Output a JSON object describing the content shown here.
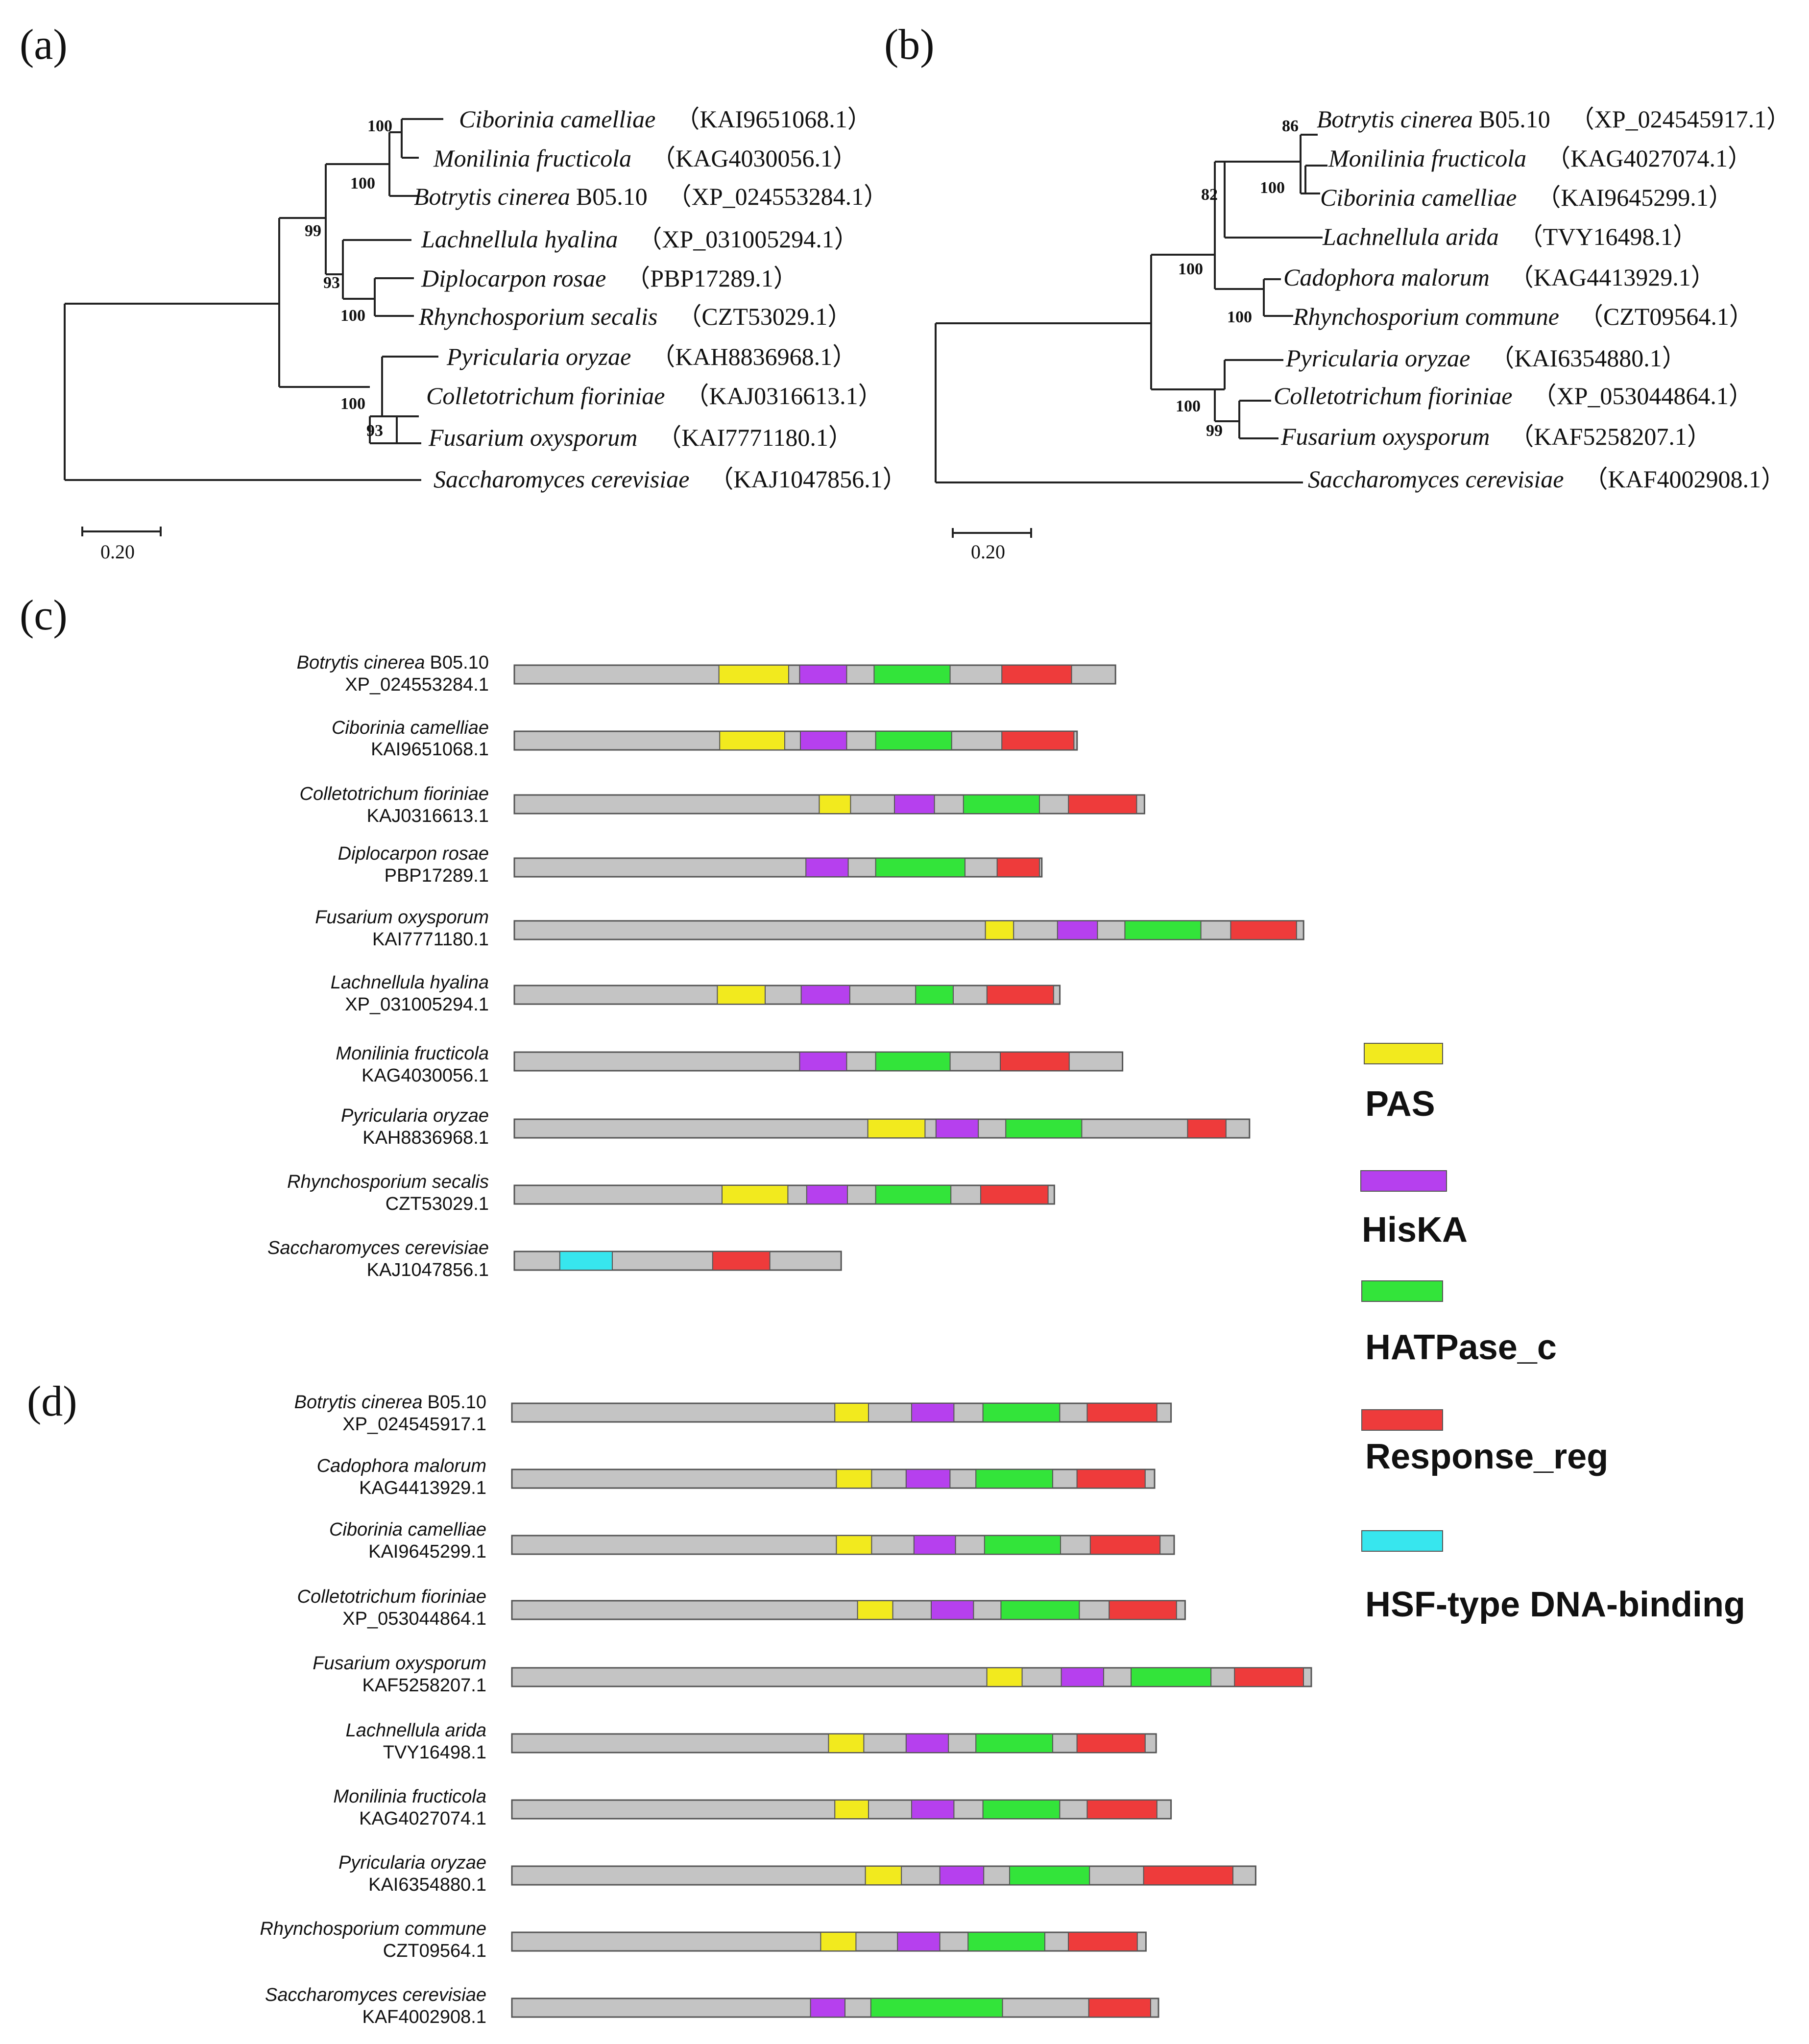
{
  "panels": {
    "a": {
      "label": "(a)",
      "leaves": [
        {
          "species": "Ciborinia camelliae",
          "strain": "",
          "accession": "（KAI9651068.1）"
        },
        {
          "species": "Monilinia fructicola",
          "strain": "",
          "accession": "（KAG4030056.1）"
        },
        {
          "species": "Botrytis cinerea",
          "strain": "B05.10",
          "accession": "（XP_024553284.1）"
        },
        {
          "species": "Lachnellula hyalina",
          "strain": "",
          "accession": "（XP_031005294.1）"
        },
        {
          "species": "Diplocarpon rosae",
          "strain": "",
          "accession": "（PBP17289.1）"
        },
        {
          "species": "Rhynchosporium secalis",
          "strain": "",
          "accession": "（CZT53029.1）"
        },
        {
          "species": "Pyricularia oryzae",
          "strain": "",
          "accession": "（KAH8836968.1）"
        },
        {
          "species": "Colletotrichum fioriniae",
          "strain": "",
          "accession": "（KAJ0316613.1）"
        },
        {
          "species": "Fusarium oxysporum",
          "strain": "",
          "accession": "（KAI7771180.1）"
        },
        {
          "species": "Saccharomyces cerevisiae",
          "strain": "",
          "accession": "（KAJ1047856.1）"
        }
      ],
      "bootstrap": [
        "100",
        "100",
        "99",
        "93",
        "100",
        "100",
        "93"
      ],
      "scale": "0.20"
    },
    "b": {
      "label": "(b)",
      "leaves": [
        {
          "species": "Botrytis cinerea",
          "strain": "B05.10",
          "accession": "（XP_024545917.1）"
        },
        {
          "species": "Monilinia fructicola",
          "strain": "",
          "accession": "（KAG4027074.1）"
        },
        {
          "species": "Ciborinia camelliae",
          "strain": "",
          "accession": "（KAI9645299.1）"
        },
        {
          "species": "Lachnellula arida",
          "strain": "",
          "accession": "（TVY16498.1）"
        },
        {
          "species": "Cadophora malorum",
          "strain": "",
          "accession": "（KAG4413929.1）"
        },
        {
          "species": "Rhynchosporium commune",
          "strain": "",
          "accession": "（CZT09564.1）"
        },
        {
          "species": "Pyricularia oryzae",
          "strain": "",
          "accession": "（KAI6354880.1）"
        },
        {
          "species": "Colletotrichum fioriniae",
          "strain": "",
          "accession": "（XP_053044864.1）"
        },
        {
          "species": "Fusarium oxysporum",
          "strain": "",
          "accession": "（KAF5258207.1）"
        },
        {
          "species": "Saccharomyces cerevisiae",
          "strain": "",
          "accession": "（KAF4002908.1）"
        }
      ],
      "bootstrap": [
        "86",
        "100",
        "82",
        "100",
        "100",
        "100",
        "99"
      ],
      "scale": "0.20"
    },
    "c": {
      "label": "(c)",
      "proteins": [
        {
          "species": "Botrytis cinerea",
          "strain": "B05.10",
          "accession": "XP_024553284.1",
          "length": 0.767,
          "domains": [
            {
              "type": "PAS",
              "start": 0.261,
              "end": 0.35
            },
            {
              "type": "HisKA",
              "start": 0.364,
              "end": 0.424
            },
            {
              "type": "HATPase_c",
              "start": 0.459,
              "end": 0.556
            },
            {
              "type": "Response_reg",
              "start": 0.622,
              "end": 0.711
            }
          ]
        },
        {
          "species": "Ciborinia camelliae",
          "strain": "",
          "accession": "KAI9651068.1",
          "length": 0.718,
          "domains": [
            {
              "type": "PAS",
              "start": 0.262,
              "end": 0.345
            },
            {
              "type": "HisKA",
              "start": 0.365,
              "end": 0.424
            },
            {
              "type": "HATPase_c",
              "start": 0.461,
              "end": 0.558
            },
            {
              "type": "Response_reg",
              "start": 0.622,
              "end": 0.714
            }
          ]
        },
        {
          "species": "Colletotrichum fioriniae",
          "strain": "",
          "accession": "KAJ0316613.1",
          "length": 0.804,
          "domains": [
            {
              "type": "PAS",
              "start": 0.389,
              "end": 0.429
            },
            {
              "type": "HisKA",
              "start": 0.485,
              "end": 0.536
            },
            {
              "type": "HATPase_c",
              "start": 0.573,
              "end": 0.67
            },
            {
              "type": "Response_reg",
              "start": 0.707,
              "end": 0.794
            }
          ]
        },
        {
          "species": "Diplocarpon rosae",
          "strain": "",
          "accession": "PBP17289.1",
          "length": 0.673,
          "domains": [
            {
              "type": "HisKA",
              "start": 0.372,
              "end": 0.426
            },
            {
              "type": "HATPase_c",
              "start": 0.461,
              "end": 0.575
            },
            {
              "type": "Response_reg",
              "start": 0.616,
              "end": 0.67
            }
          ]
        },
        {
          "species": "Fusarium oxysporum",
          "strain": "",
          "accession": "KAI7771180.1",
          "length": 1.007,
          "domains": [
            {
              "type": "PAS",
              "start": 0.601,
              "end": 0.637
            },
            {
              "type": "HisKA",
              "start": 0.693,
              "end": 0.744
            },
            {
              "type": "HATPase_c",
              "start": 0.779,
              "end": 0.876
            },
            {
              "type": "Response_reg",
              "start": 0.914,
              "end": 0.998
            }
          ]
        },
        {
          "species": "Lachnellula hyalina",
          "strain": "",
          "accession": "XP_031005294.1",
          "length": 0.696,
          "domains": [
            {
              "type": "PAS",
              "start": 0.259,
              "end": 0.32
            },
            {
              "type": "HisKA",
              "start": 0.366,
              "end": 0.428
            },
            {
              "type": "HATPase_c",
              "start": 0.512,
              "end": 0.56
            },
            {
              "type": "Response_reg",
              "start": 0.603,
              "end": 0.688
            }
          ]
        },
        {
          "species": "Monilinia fructicola",
          "strain": "",
          "accession": "KAG4030056.1",
          "length": 0.776,
          "domains": [
            {
              "type": "HisKA",
              "start": 0.364,
              "end": 0.424
            },
            {
              "type": "HATPase_c",
              "start": 0.461,
              "end": 0.556
            },
            {
              "type": "Response_reg",
              "start": 0.62,
              "end": 0.708
            }
          ]
        },
        {
          "species": "Pyricularia oryzae",
          "strain": "",
          "accession": "KAH8836968.1",
          "length": 0.938,
          "domains": [
            {
              "type": "PAS",
              "start": 0.451,
              "end": 0.524
            },
            {
              "type": "HisKA",
              "start": 0.538,
              "end": 0.592
            },
            {
              "type": "HATPase_c",
              "start": 0.627,
              "end": 0.724
            },
            {
              "type": "Response_reg",
              "start": 0.859,
              "end": 0.908
            }
          ]
        },
        {
          "species": "Rhynchosporium secalis",
          "strain": "",
          "accession": "CZT53029.1",
          "length": 0.689,
          "domains": [
            {
              "type": "PAS",
              "start": 0.265,
              "end": 0.349
            },
            {
              "type": "HisKA",
              "start": 0.373,
              "end": 0.425
            },
            {
              "type": "HATPase_c",
              "start": 0.461,
              "end": 0.557
            },
            {
              "type": "Response_reg",
              "start": 0.595,
              "end": 0.681
            }
          ]
        },
        {
          "species": "Saccharomyces cerevisiae",
          "strain": "",
          "accession": "KAJ1047856.1",
          "length": 0.417,
          "domains": [
            {
              "type": "HSF-type DNA-binding",
              "start": 0.058,
              "end": 0.125
            },
            {
              "type": "Response_reg",
              "start": 0.253,
              "end": 0.326
            }
          ]
        }
      ]
    },
    "d": {
      "label": "(d)",
      "proteins": [
        {
          "species": "Botrytis cinerea",
          "strain": "B05.10",
          "accession": "XP_024545917.1",
          "length": 0.841,
          "domains": [
            {
              "type": "PAS",
              "start": 0.412,
              "end": 0.455
            },
            {
              "type": "HisKA",
              "start": 0.51,
              "end": 0.564
            },
            {
              "type": "HATPase_c",
              "start": 0.601,
              "end": 0.699
            },
            {
              "type": "Response_reg",
              "start": 0.734,
              "end": 0.823
            }
          ]
        },
        {
          "species": "Cadophora malorum",
          "strain": "",
          "accession": "KAG4413929.1",
          "length": 0.82,
          "domains": [
            {
              "type": "PAS",
              "start": 0.414,
              "end": 0.459
            },
            {
              "type": "HisKA",
              "start": 0.503,
              "end": 0.559
            },
            {
              "type": "HATPase_c",
              "start": 0.592,
              "end": 0.69
            },
            {
              "type": "Response_reg",
              "start": 0.721,
              "end": 0.808
            }
          ]
        },
        {
          "species": "Ciborinia camelliae",
          "strain": "",
          "accession": "KAI9645299.1",
          "length": 0.845,
          "domains": [
            {
              "type": "PAS",
              "start": 0.414,
              "end": 0.459
            },
            {
              "type": "HisKA",
              "start": 0.513,
              "end": 0.566
            },
            {
              "type": "HATPase_c",
              "start": 0.603,
              "end": 0.7
            },
            {
              "type": "Response_reg",
              "start": 0.738,
              "end": 0.827
            }
          ]
        },
        {
          "species": "Colletotrichum fioriniae",
          "strain": "",
          "accession": "XP_053044864.1",
          "length": 0.859,
          "domains": [
            {
              "type": "PAS",
              "start": 0.441,
              "end": 0.486
            },
            {
              "type": "HisKA",
              "start": 0.535,
              "end": 0.589
            },
            {
              "type": "HATPase_c",
              "start": 0.624,
              "end": 0.724
            },
            {
              "type": "Response_reg",
              "start": 0.762,
              "end": 0.848
            }
          ]
        },
        {
          "species": "Fusarium oxysporum",
          "strain": "",
          "accession": "KAF5258207.1",
          "length": 1.02,
          "domains": [
            {
              "type": "PAS",
              "start": 0.606,
              "end": 0.651
            },
            {
              "type": "HisKA",
              "start": 0.701,
              "end": 0.755
            },
            {
              "type": "HATPase_c",
              "start": 0.79,
              "end": 0.892
            },
            {
              "type": "Response_reg",
              "start": 0.922,
              "end": 1.01
            }
          ]
        },
        {
          "species": "Lachnellula arida",
          "strain": "",
          "accession": "TVY16498.1",
          "length": 0.822,
          "domains": [
            {
              "type": "PAS",
              "start": 0.404,
              "end": 0.449
            },
            {
              "type": "HisKA",
              "start": 0.503,
              "end": 0.557
            },
            {
              "type": "HATPase_c",
              "start": 0.592,
              "end": 0.69
            },
            {
              "type": "Response_reg",
              "start": 0.721,
              "end": 0.808
            }
          ]
        },
        {
          "species": "Monilinia fructicola",
          "strain": "",
          "accession": "KAG4027074.1",
          "length": 0.841,
          "domains": [
            {
              "type": "PAS",
              "start": 0.412,
              "end": 0.455
            },
            {
              "type": "HisKA",
              "start": 0.51,
              "end": 0.564
            },
            {
              "type": "HATPase_c",
              "start": 0.601,
              "end": 0.699
            },
            {
              "type": "Response_reg",
              "start": 0.734,
              "end": 0.823
            }
          ]
        },
        {
          "species": "Pyricularia oryzae",
          "strain": "",
          "accession": "KAI6354880.1",
          "length": 0.949,
          "domains": [
            {
              "type": "PAS",
              "start": 0.451,
              "end": 0.497
            },
            {
              "type": "HisKA",
              "start": 0.546,
              "end": 0.602
            },
            {
              "type": "HATPase_c",
              "start": 0.635,
              "end": 0.737
            },
            {
              "type": "Response_reg",
              "start": 0.806,
              "end": 0.92
            }
          ]
        },
        {
          "species": "Rhynchosporium commune",
          "strain": "",
          "accession": "CZT09564.1",
          "length": 0.809,
          "domains": [
            {
              "type": "PAS",
              "start": 0.394,
              "end": 0.439
            },
            {
              "type": "HisKA",
              "start": 0.492,
              "end": 0.546
            },
            {
              "type": "HATPase_c",
              "start": 0.582,
              "end": 0.68
            },
            {
              "type": "Response_reg",
              "start": 0.71,
              "end": 0.798
            }
          ]
        },
        {
          "species": "Saccharomyces cerevisiae",
          "strain": "",
          "accession": "KAF4002908.1",
          "length": 0.825,
          "domains": [
            {
              "type": "HisKA",
              "start": 0.381,
              "end": 0.425
            },
            {
              "type": "HATPase_c",
              "start": 0.458,
              "end": 0.626
            },
            {
              "type": "Response_reg",
              "start": 0.736,
              "end": 0.815
            }
          ]
        }
      ]
    }
  },
  "legend": [
    {
      "type": "PAS",
      "label": "PAS",
      "color": "#f2ea1e"
    },
    {
      "type": "HisKA",
      "label": "HisKA",
      "color": "#b640ee"
    },
    {
      "type": "HATPase_c",
      "label": "HATPase_c",
      "color": "#33e43a"
    },
    {
      "type": "Response_reg",
      "label": "Response_reg",
      "color": "#ee3b3b"
    },
    {
      "type": "HSF-type DNA-binding",
      "label": "HSF-type DNA-binding",
      "color": "#37e6ee"
    }
  ],
  "colors": {
    "track": "#c4c4c4",
    "line": "#222222"
  }
}
